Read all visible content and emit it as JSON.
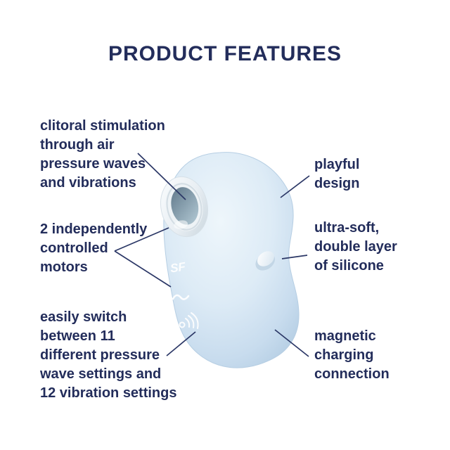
{
  "title": "PRODUCT FEATURES",
  "features": {
    "left": [
      {
        "label": "clitoral stimulation\nthrough air\npressure waves\nand vibrations"
      },
      {
        "label": "2 independently\ncontrolled\nmotors"
      },
      {
        "label": "easily switch\nbetween 11\ndifferent pressure\nwave settings and\n12 vibration settings"
      }
    ],
    "right": [
      {
        "label": "playful\ndesign"
      },
      {
        "label": "ultra-soft,\ndouble layer\nof silicone"
      },
      {
        "label": "magnetic\ncharging\nconnection"
      }
    ]
  },
  "product": {
    "logo_text": "SF",
    "icons": [
      "satisfyer-logo",
      "nozzle-opening",
      "soft-silicone-bump",
      "vibration-wave-icon",
      "air-pulse-icon"
    ]
  },
  "colors": {
    "text": "#232d5b",
    "callout_line": "#2b3766",
    "body_light": "#eef6fb",
    "body_mid": "#d7e7f4",
    "body_edge": "#aec9e0",
    "nozzle_hole_dark": "#5f7789",
    "nozzle_hole_light": "#a8bfcb",
    "background": "#ffffff"
  }
}
